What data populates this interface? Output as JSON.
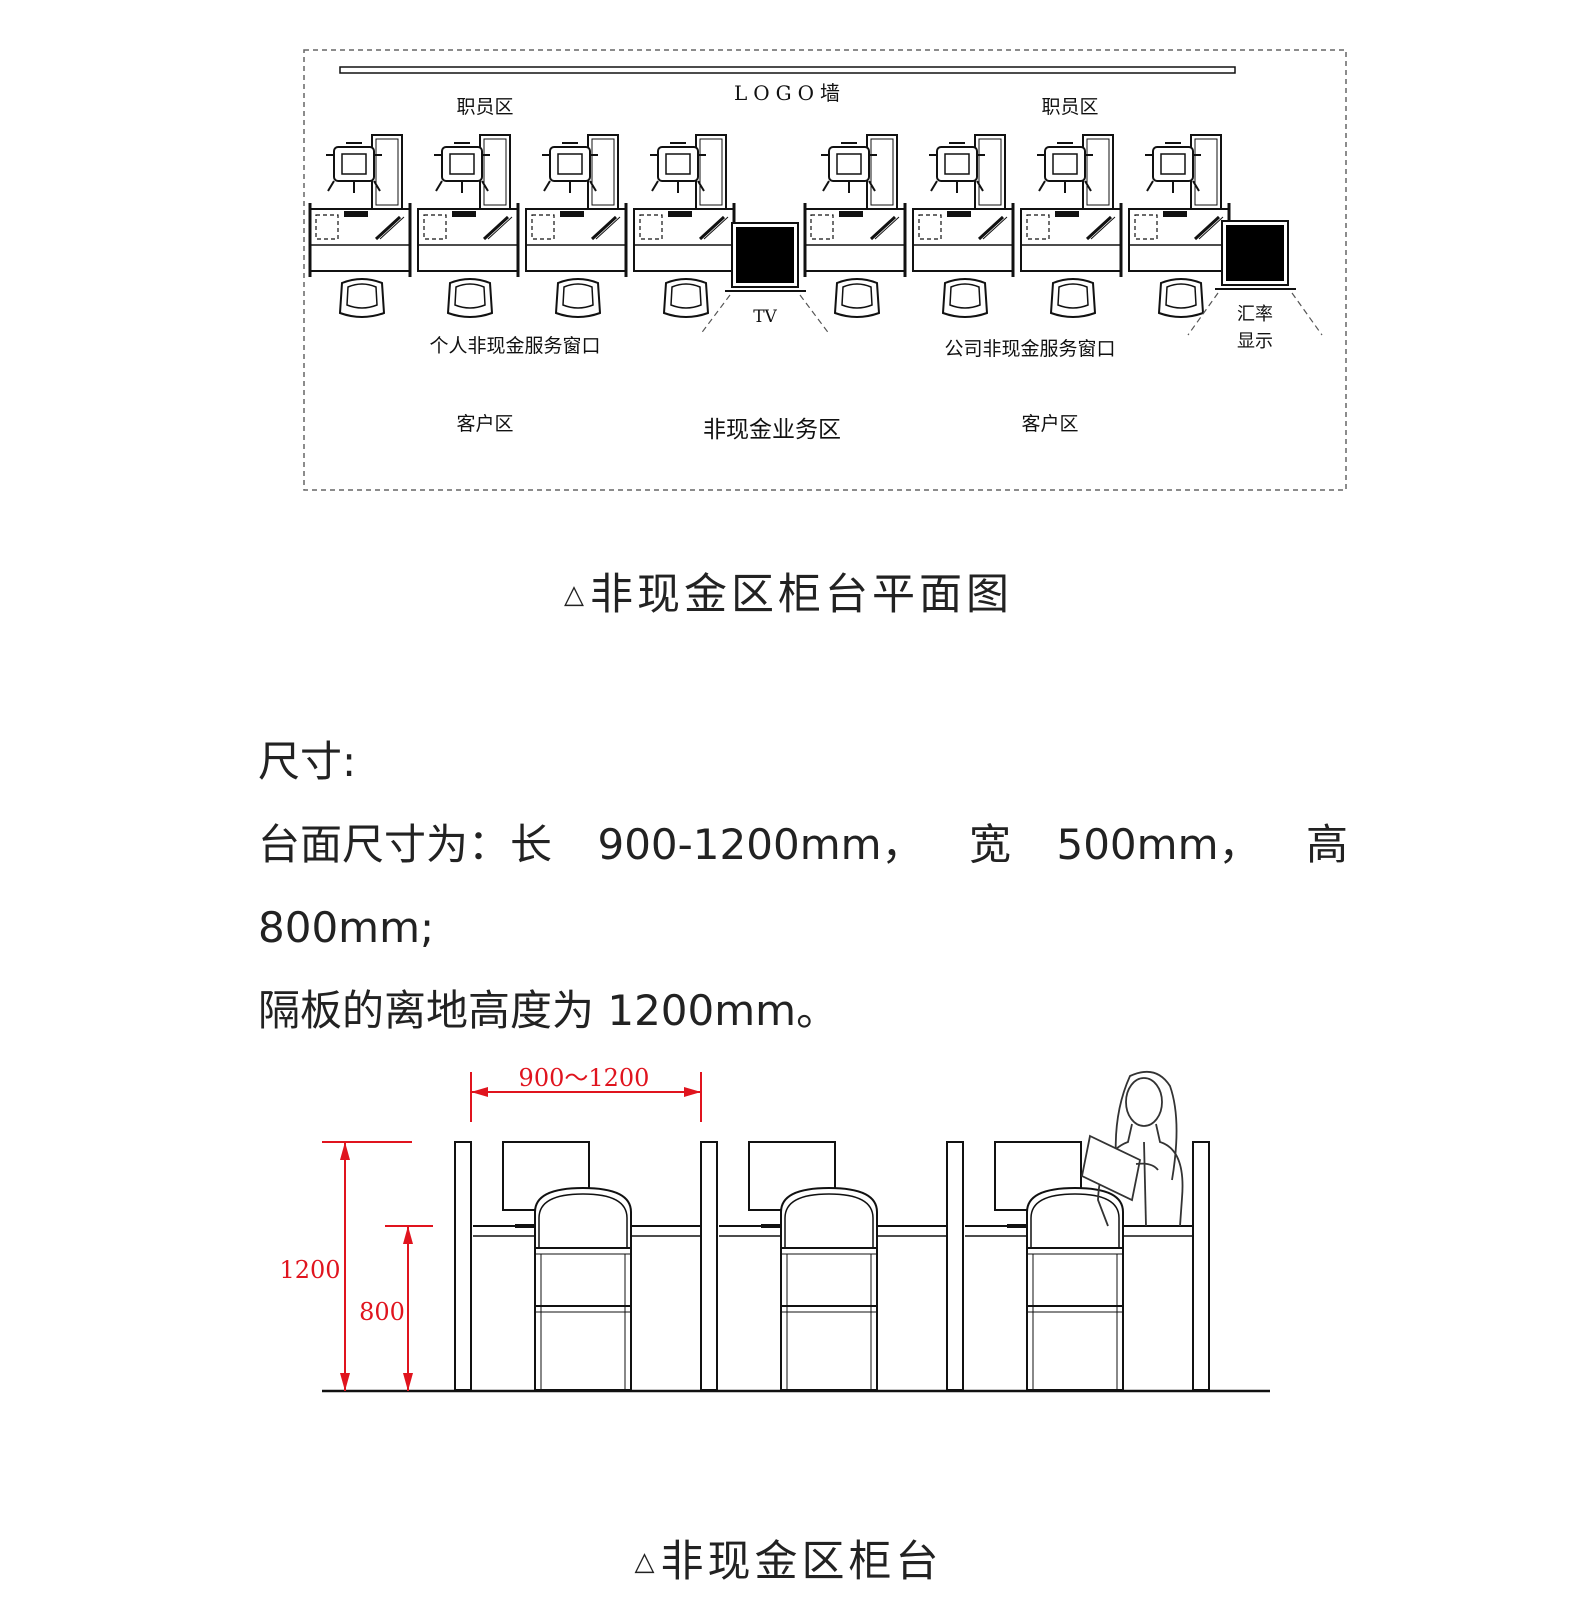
{
  "plan": {
    "logo_wall": "LOGO墙",
    "staff_zone_left": "职员区",
    "staff_zone_right": "职员区",
    "tv_label": "TV",
    "rate_display_line1": "汇率",
    "rate_display_line2": "显示",
    "personal_window": "个人非现金服务窗口",
    "company_window": "公司非现金服务窗口",
    "customer_zone_left": "客户区",
    "customer_zone_right": "客户区",
    "business_area": "非现金业务区"
  },
  "caption_plan": {
    "triangle": "△",
    "text": "非现金区柜台平面图"
  },
  "spec": {
    "heading": "尺寸:",
    "line1_parts": [
      "台面尺寸为：长",
      "900-1200mm，",
      "宽",
      "500mm，",
      "高"
    ],
    "line2": "800mm;",
    "line3": "隔板的离地高度为 1200mm。"
  },
  "elevation": {
    "width_dim": "900～1200",
    "height_1200": "1200",
    "height_800": "800",
    "dim_color": "#e0141e"
  },
  "caption_elev": {
    "triangle": "△",
    "text": "非现金区柜台"
  }
}
